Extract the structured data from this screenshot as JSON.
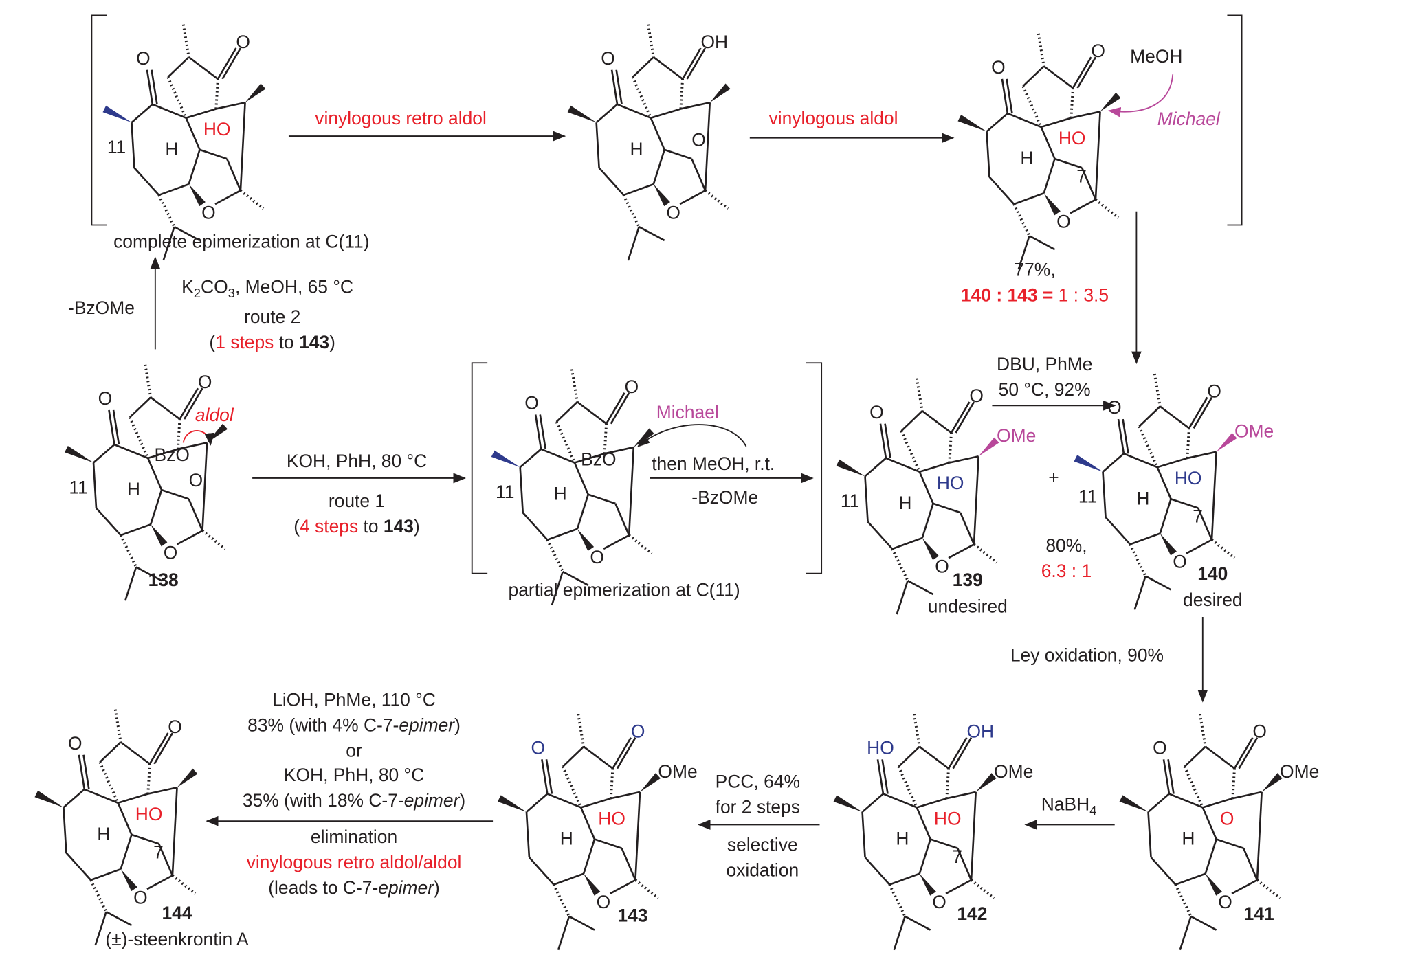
{
  "colors": {
    "text": "#231f20",
    "red": "#e8202a",
    "blue": "#2e3a8c",
    "magenta": "#b8489a"
  },
  "top_row": {
    "arrow1_label": "vinylogous retro aldol",
    "arrow2_label": "vinylogous aldol",
    "caption": "complete epimerization at C(11)",
    "meoh": "MeOH",
    "michael": "Michael"
  },
  "route2": {
    "side_label": "-BzOMe",
    "reagent_pre": "K",
    "reagent_sub1": "2",
    "reagent_mid": "CO",
    "reagent_sub2": "3",
    "reagent_post": ", MeOH, 65 °C",
    "route": "route 2",
    "steps_open": "(",
    "steps_red": "1 steps",
    "steps_to": " to ",
    "steps_bold": "143",
    "steps_close": ")"
  },
  "down_arrow": {
    "yield": "77%,",
    "ratio_bold": "140 : 143 =",
    "ratio_rest": " 1 : 3.5"
  },
  "route1": {
    "reagent": "KOH, PhH, 80 °C",
    "route": "route 1",
    "steps_open": "(",
    "steps_red": "4 steps",
    "steps_to": " to ",
    "steps_bold": "143",
    "steps_close": ")",
    "aldol": "aldol",
    "michael": "Michael",
    "then": "then MeOH, r.t.",
    "minus": "-BzOMe",
    "caption": "partial epimerization at C(11)"
  },
  "dbu": {
    "line1": "DBU, PhMe",
    "line2": "50 °C, 92%"
  },
  "mix": {
    "plus": "+",
    "yield": "80%,",
    "ratio": "6.3 : 1"
  },
  "ley": {
    "label": "Ley oxidation, 90%"
  },
  "nabh4": {
    "label": "NaBH",
    "sub": "4"
  },
  "pcc": {
    "line1": "PCC, 64%",
    "line2": "for 2 steps",
    "line3": "selective",
    "line4": "oxidation"
  },
  "final_step": {
    "l1": "LiOH, PhMe, 110 °C",
    "l2a": "83% (with 4% C-7-",
    "l2b": "epimer",
    "l2c": ")",
    "l3": "or",
    "l4": "KOH, PhH, 80 °C",
    "l5a": "35% (with 18% C-7-",
    "l5b": "epimer",
    "l5c": ")",
    "l6": "elimination",
    "l7": "vinylogous retro aldol/aldol",
    "l8a": "(leads to C-7-",
    "l8b": "epimer",
    "l8c": ")"
  },
  "compounds": [
    {
      "id": "A",
      "labels": {
        "ok": "O",
        "oc": "O",
        "h": "H",
        "oe": "O",
        "c11": "11",
        "ho": "HO"
      },
      "colors": {
        "ho": "#e8202a",
        "me": "#2e3a8c"
      }
    },
    {
      "id": "B",
      "labels": {
        "ok": "O",
        "oc": "OH",
        "h": "H",
        "oe": "O",
        "ald": "O"
      },
      "colors": {}
    },
    {
      "id": "C",
      "labels": {
        "ok": "O",
        "oc": "O",
        "h": "H",
        "oe": "O",
        "ho": "HO",
        "c7": "7"
      },
      "colors": {
        "ho": "#e8202a"
      }
    },
    {
      "id": "138",
      "number": "138",
      "labels": {
        "ok": "O",
        "oc": "O",
        "h": "H",
        "oe": "O",
        "c11": "11",
        "bzo": "BzO",
        "ald": "O"
      },
      "colors": {}
    },
    {
      "id": "int",
      "labels": {
        "ok": "O",
        "oc": "O",
        "h": "H",
        "oe": "O",
        "c11": "11",
        "bzo": "BzO"
      },
      "colors": {
        "me": "#2e3a8c"
      }
    },
    {
      "id": "139",
      "number": "139",
      "note": "undesired",
      "labels": {
        "ok": "O",
        "oc": "O",
        "h": "H",
        "oe": "O",
        "c11": "11",
        "ho": "HO",
        "sub": "OMe"
      },
      "colors": {
        "ho": "#2e3a8c",
        "sub": "#b8489a"
      }
    },
    {
      "id": "140",
      "number": "140",
      "note": "desired",
      "labels": {
        "ok": "O",
        "oc": "O",
        "h": "H",
        "oe": "O",
        "c11": "11",
        "ho": "HO",
        "sub": "OMe",
        "c7": "7"
      },
      "colors": {
        "ho": "#2e3a8c",
        "me": "#2e3a8c",
        "sub": "#b8489a"
      }
    },
    {
      "id": "141",
      "number": "141",
      "labels": {
        "ok": "O",
        "oc": "O",
        "h": "H",
        "oe": "O",
        "ho": "O",
        "sub": "OMe"
      },
      "colors": {
        "ho": "#e8202a"
      }
    },
    {
      "id": "142",
      "number": "142",
      "labels": {
        "ok": "HO",
        "oc": "OH",
        "h": "H",
        "oe": "O",
        "ho": "HO",
        "sub": "OMe",
        "c7": "7"
      },
      "colors": {
        "ok": "#2e3a8c",
        "oc": "#2e3a8c",
        "ho": "#e8202a"
      }
    },
    {
      "id": "143",
      "number": "143",
      "labels": {
        "ok": "O",
        "oc": "O",
        "h": "H",
        "oe": "O",
        "ho": "HO",
        "sub": "OMe"
      },
      "colors": {
        "ok": "#2e3a8c",
        "oc": "#2e3a8c",
        "ho": "#e8202a"
      }
    },
    {
      "id": "144",
      "number": "144",
      "note": "(±)-steenkrontin A",
      "labels": {
        "ok": "O",
        "oc": "O",
        "h": "H",
        "oe": "O",
        "ho": "HO",
        "c7": "7"
      },
      "colors": {
        "ho": "#e8202a"
      }
    }
  ]
}
